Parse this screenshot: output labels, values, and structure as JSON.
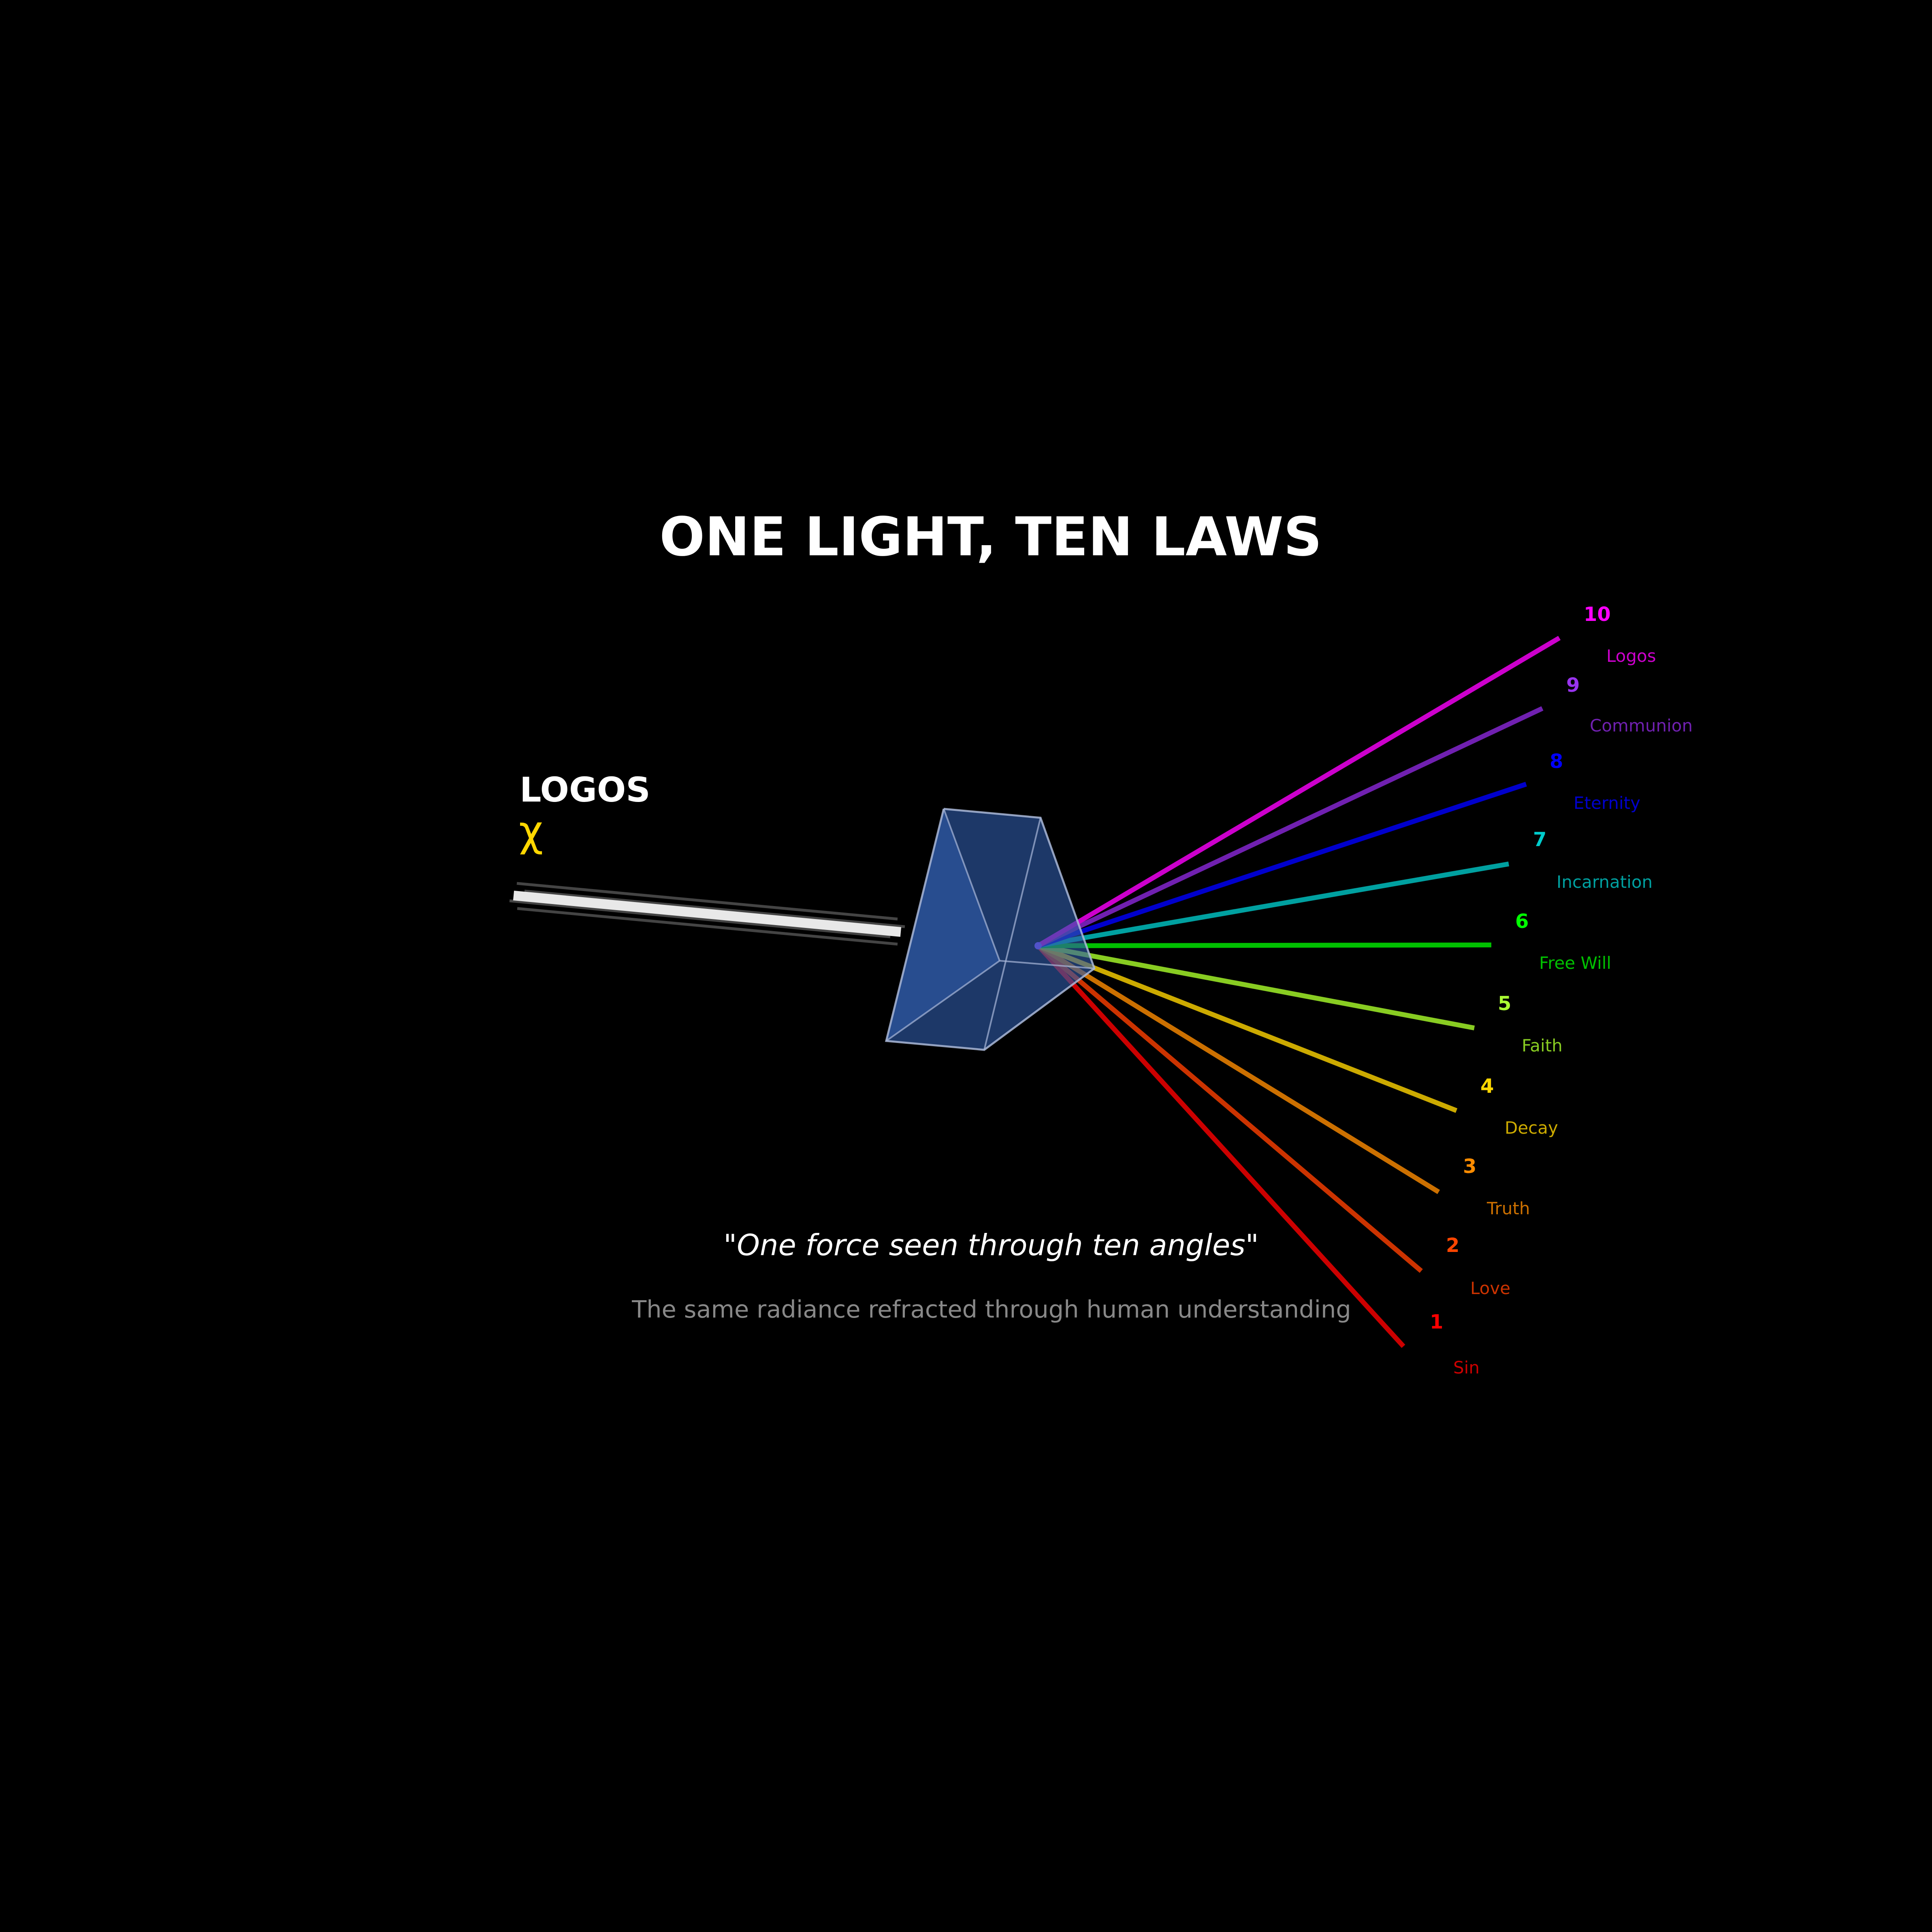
{
  "title": "ONE LIGHT, TEN LAWS",
  "source": {
    "label": "LOGOS",
    "symbol": "χ",
    "symbol_color": "#FFD700",
    "beam_color": "#e8e8e8",
    "beam_shadow_color": "#444444"
  },
  "prism": {
    "fill_color": "#2f5aa8",
    "edge_color": "#aab8d8"
  },
  "rays": [
    {
      "number": "1",
      "name": "Sin",
      "ray_color": "#cc0000",
      "number_color": "#ff0000",
      "name_color": "#cc0000"
    },
    {
      "number": "2",
      "name": "Love",
      "ray_color": "#cc3300",
      "number_color": "#ff4500",
      "name_color": "#cc3300"
    },
    {
      "number": "3",
      "name": "Truth",
      "ray_color": "#cc7000",
      "number_color": "#ff8c00",
      "name_color": "#cc7000"
    },
    {
      "number": "4",
      "name": "Decay",
      "ray_color": "#ccaa00",
      "number_color": "#ffd700",
      "name_color": "#ccaa00"
    },
    {
      "number": "5",
      "name": "Faith",
      "ray_color": "#88cc22",
      "number_color": "#aaff33",
      "name_color": "#88cc22"
    },
    {
      "number": "6",
      "name": "Free Will",
      "ray_color": "#00c000",
      "number_color": "#00ff00",
      "name_color": "#00c000"
    },
    {
      "number": "7",
      "name": "Incarnation",
      "ray_color": "#00a0a0",
      "number_color": "#00cccc",
      "name_color": "#00a0a0"
    },
    {
      "number": "8",
      "name": "Eternity",
      "ray_color": "#0000cc",
      "number_color": "#0000ff",
      "name_color": "#0000cc"
    },
    {
      "number": "9",
      "name": "Communion",
      "ray_color": "#7020b0",
      "number_color": "#9933ee",
      "name_color": "#7020b0"
    },
    {
      "number": "10",
      "name": "Logos",
      "ray_color": "#cc00cc",
      "number_color": "#ff00ff",
      "name_color": "#cc00cc"
    }
  ],
  "quote": "\"One force seen through ten angles\"",
  "subtitle": "The same radiance refracted through human understanding",
  "subtitle_color": "#888888"
}
